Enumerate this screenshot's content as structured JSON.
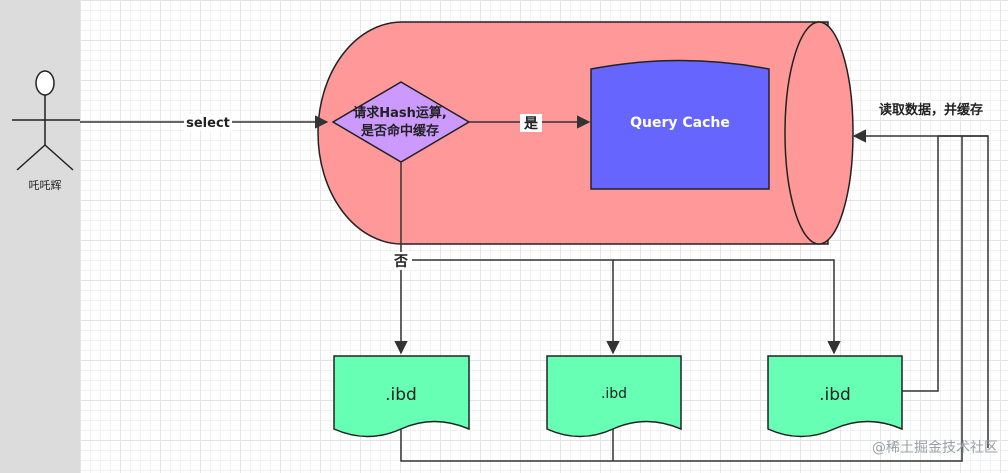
{
  "actor": {
    "name": "吒吒辉"
  },
  "edges": {
    "select": "select",
    "hit": "是",
    "miss": "否",
    "read_and_cache": "读取数据，并缓存"
  },
  "decision": {
    "line1": "请求Hash运算,",
    "line2": "是否命中缓存"
  },
  "cache": {
    "label": "Query Cache"
  },
  "files": [
    {
      "label": ".ibd"
    },
    {
      "label": ".ibd"
    },
    {
      "label": ".ibd"
    }
  ],
  "watermark": "@稀土掘金技术社区",
  "colors": {
    "cylinder": "#ff9999",
    "decision": "#cc99ff",
    "cache": "#6666ff",
    "file": "#66ffb3",
    "line": "#333333"
  }
}
